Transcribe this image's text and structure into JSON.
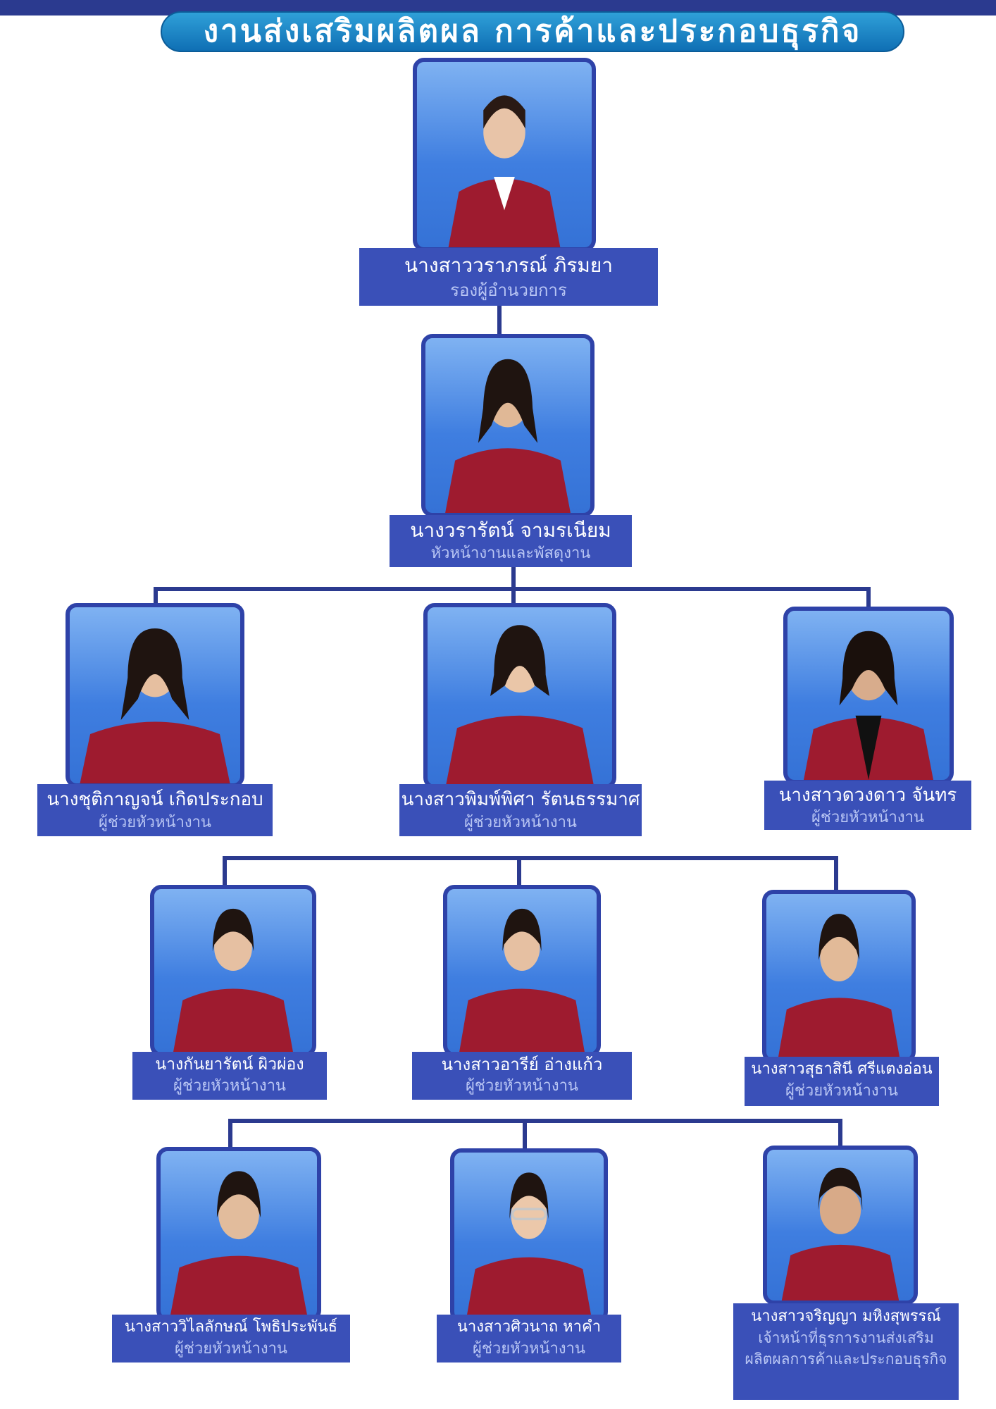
{
  "title": "งานส่งเสริมผลิตผล การค้าและประกอบธุรกิจ",
  "colors": {
    "navy": "#2b3a8f",
    "label_bg": "#3a50b8",
    "photo_bg": "#4a86e8",
    "uniform": "#9e1b2f",
    "title_bg": "#1a86c8"
  },
  "people": [
    {
      "name": "นางสาววราภรณ์ ภิรมยา",
      "role": "รองผู้อำนวยการ"
    },
    {
      "name": "นางวรารัตน์ จามรเนียม",
      "role": "หัวหน้างานและพัสดุงาน"
    },
    {
      "name": "นางชุติกาญจน์ เกิดประกอบ",
      "role": "ผู้ช่วยหัวหน้างาน"
    },
    {
      "name": "นางสาวพิมพ์พิศา รัตนธรรมาศ",
      "role": "ผู้ช่วยหัวหน้างาน"
    },
    {
      "name": "นางสาวดวงดาว จันทร",
      "role": "ผู้ช่วยหัวหน้างาน"
    },
    {
      "name": "นางกันยารัตน์ ผิวผ่อง",
      "role": "ผู้ช่วยหัวหน้างาน"
    },
    {
      "name": "นางสาวอารีย์ อ่างแก้ว",
      "role": "ผู้ช่วยหัวหน้างาน"
    },
    {
      "name": "นางสาวสุธาสินี ศรีแตงอ่อน",
      "role": "ผู้ช่วยหัวหน้างาน"
    },
    {
      "name": "นางสาววิไลลักษณ์ โพธิประพันธ์",
      "role": "ผู้ช่วยหัวหน้างาน"
    },
    {
      "name": "นางสาวศิวนาถ หาคำ",
      "role": "ผู้ช่วยหัวหน้างาน"
    },
    {
      "name": "นางสาวจริญญา มหิงสุพรรณ์",
      "role": "เจ้าหน้าที่ธุรการงานส่งเสริมผลิตผลการค้าและประกอบธุรกิจ"
    }
  ]
}
